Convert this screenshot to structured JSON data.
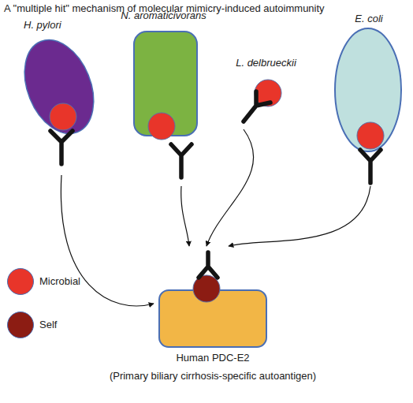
{
  "diagram": {
    "title": "A \"multiple hit\" mechanism of molecular mimicry-induced autoimmunity",
    "nodes": [
      {
        "text": [
          "H. pylori"
        ]
      },
      {
        "text": [
          "N. aromaticivorans"
        ]
      },
      {
        "text": [
          "L. delbrueckii"
        ]
      },
      {
        "text": [
          "E. coli"
        ]
      },
      {
        "text": [
          "Human PDC-E2",
          "(Primary biliary cirrhosis-specific autoantigen)"
        ]
      }
    ],
    "edges": [
      {
        "from": 0,
        "to": 4,
        "arrow": "to"
      },
      {
        "from": 1,
        "to": 4,
        "arrow": "to"
      },
      {
        "from": 2,
        "to": 4,
        "arrow": "to"
      },
      {
        "from": 3,
        "to": 4,
        "arrow": "to"
      }
    ],
    "legend": [
      {
        "text": "Microbial",
        "color": "#e8352a"
      },
      {
        "text": "Self",
        "color": "#8c1c13"
      }
    ]
  }
}
